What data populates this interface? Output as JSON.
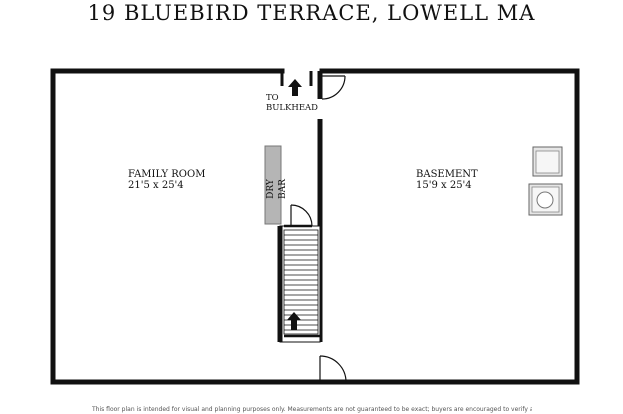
{
  "title": "19 BLUEBIRD TERRACE, LOWELL MA",
  "rooms": {
    "family_room": {
      "name": "FAMILY ROOM",
      "dims": "21'5 x 25'4"
    },
    "basement": {
      "name": "BASEMENT",
      "dims": "15'9 x 25'4"
    }
  },
  "labels": {
    "bulkhead_line1": "TO",
    "bulkhead_line2": "BULKHEAD",
    "dry_bar": "DRY BAR"
  },
  "disclaimer": "This floor plan is intended for visual and planning purposes only. Measurements are not guaranteed to be exact; buyers are encouraged to verify all dimensions.",
  "colors": {
    "wall": "#111111",
    "fixture_fill": "#b5b5b5",
    "appliance_fill": "#e6e6e6"
  }
}
